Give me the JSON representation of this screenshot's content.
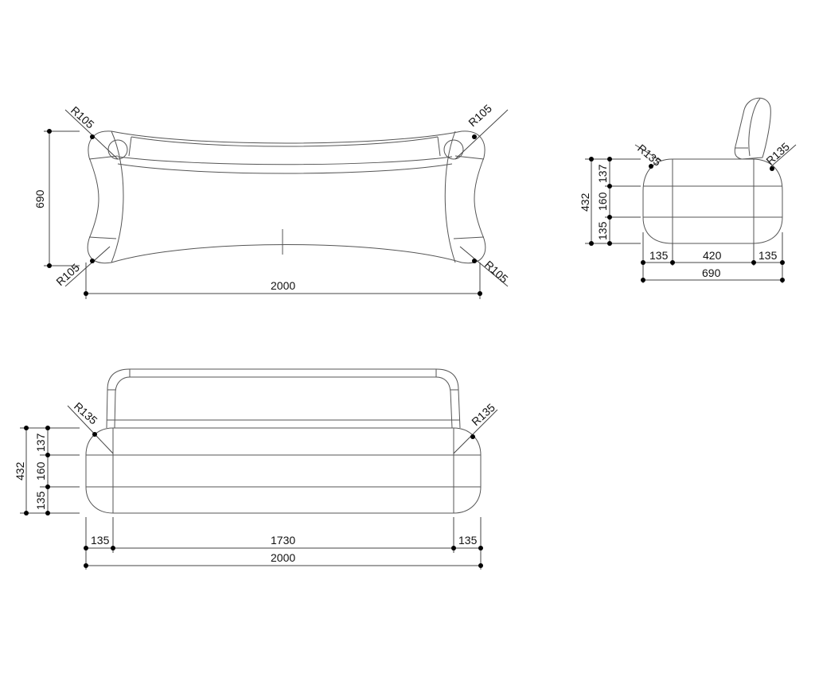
{
  "top_view": {
    "radius_tl": "R105",
    "radius_tr": "R105",
    "radius_bl": "R105",
    "radius_br": "R105",
    "depth": "690",
    "width": "2000"
  },
  "side_view": {
    "radius_left": "R135",
    "radius_right": "R135",
    "height_total": "432",
    "seg_top": "137",
    "seg_mid": "160",
    "seg_bot": "135",
    "w_left": "135",
    "w_mid": "420",
    "w_right": "135",
    "w_total": "690"
  },
  "front_view": {
    "radius_left": "R135",
    "radius_right": "R135",
    "height_total": "432",
    "seg_top": "137",
    "seg_mid": "160",
    "seg_bot": "135",
    "w_left": "135",
    "w_mid": "1730",
    "w_right": "135",
    "w_total": "2000"
  }
}
